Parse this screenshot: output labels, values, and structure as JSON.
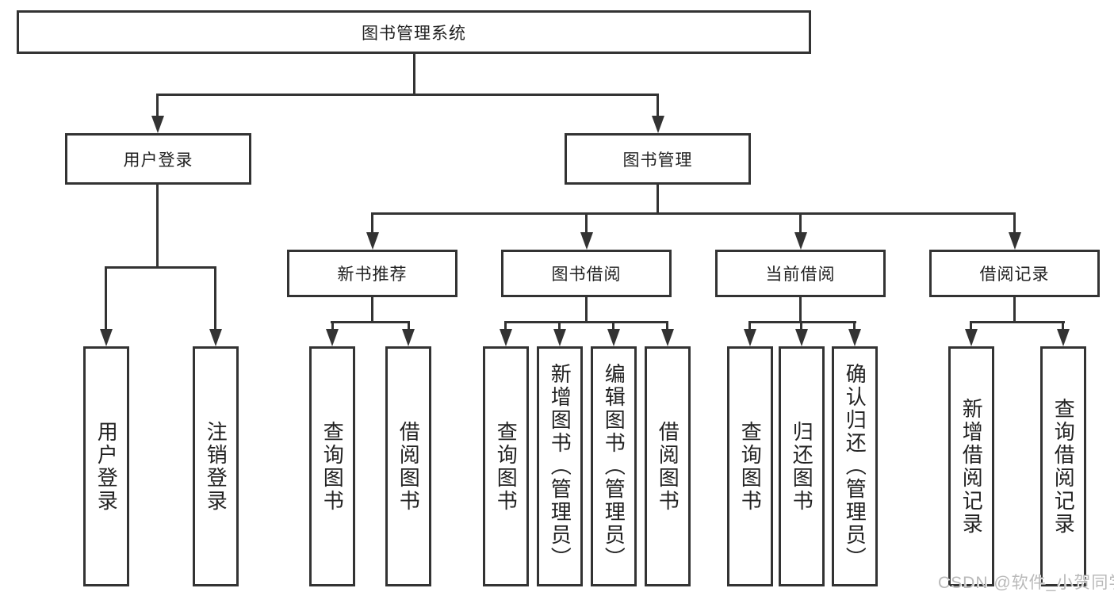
{
  "colors": {
    "line": "#333333",
    "text": "#222222",
    "watermark": "#b9b9b9",
    "background": "#ffffff"
  },
  "tree": {
    "label": "图书管理系统",
    "children": [
      {
        "label": "用户登录",
        "children": [
          {
            "label": "用户登录"
          },
          {
            "label": "注销登录"
          }
        ]
      },
      {
        "label": "图书管理",
        "children": [
          {
            "label": "新书推荐",
            "children": [
              {
                "label": "查询图书"
              },
              {
                "label": "借阅图书"
              }
            ]
          },
          {
            "label": "图书借阅",
            "children": [
              {
                "label": "查询图书"
              },
              {
                "label": "新增图书（管理员）"
              },
              {
                "label": "编辑图书（管理员）"
              },
              {
                "label": "借阅图书"
              }
            ]
          },
          {
            "label": "当前借阅",
            "children": [
              {
                "label": "查询图书"
              },
              {
                "label": "归还图书"
              },
              {
                "label": "确认归还（管理员）"
              }
            ]
          },
          {
            "label": "借阅记录",
            "children": [
              {
                "label": "新增借阅记录"
              },
              {
                "label": "查询借阅记录"
              }
            ]
          }
        ]
      }
    ]
  },
  "watermark": {
    "text": "CSDN @软件_小贺同学"
  }
}
